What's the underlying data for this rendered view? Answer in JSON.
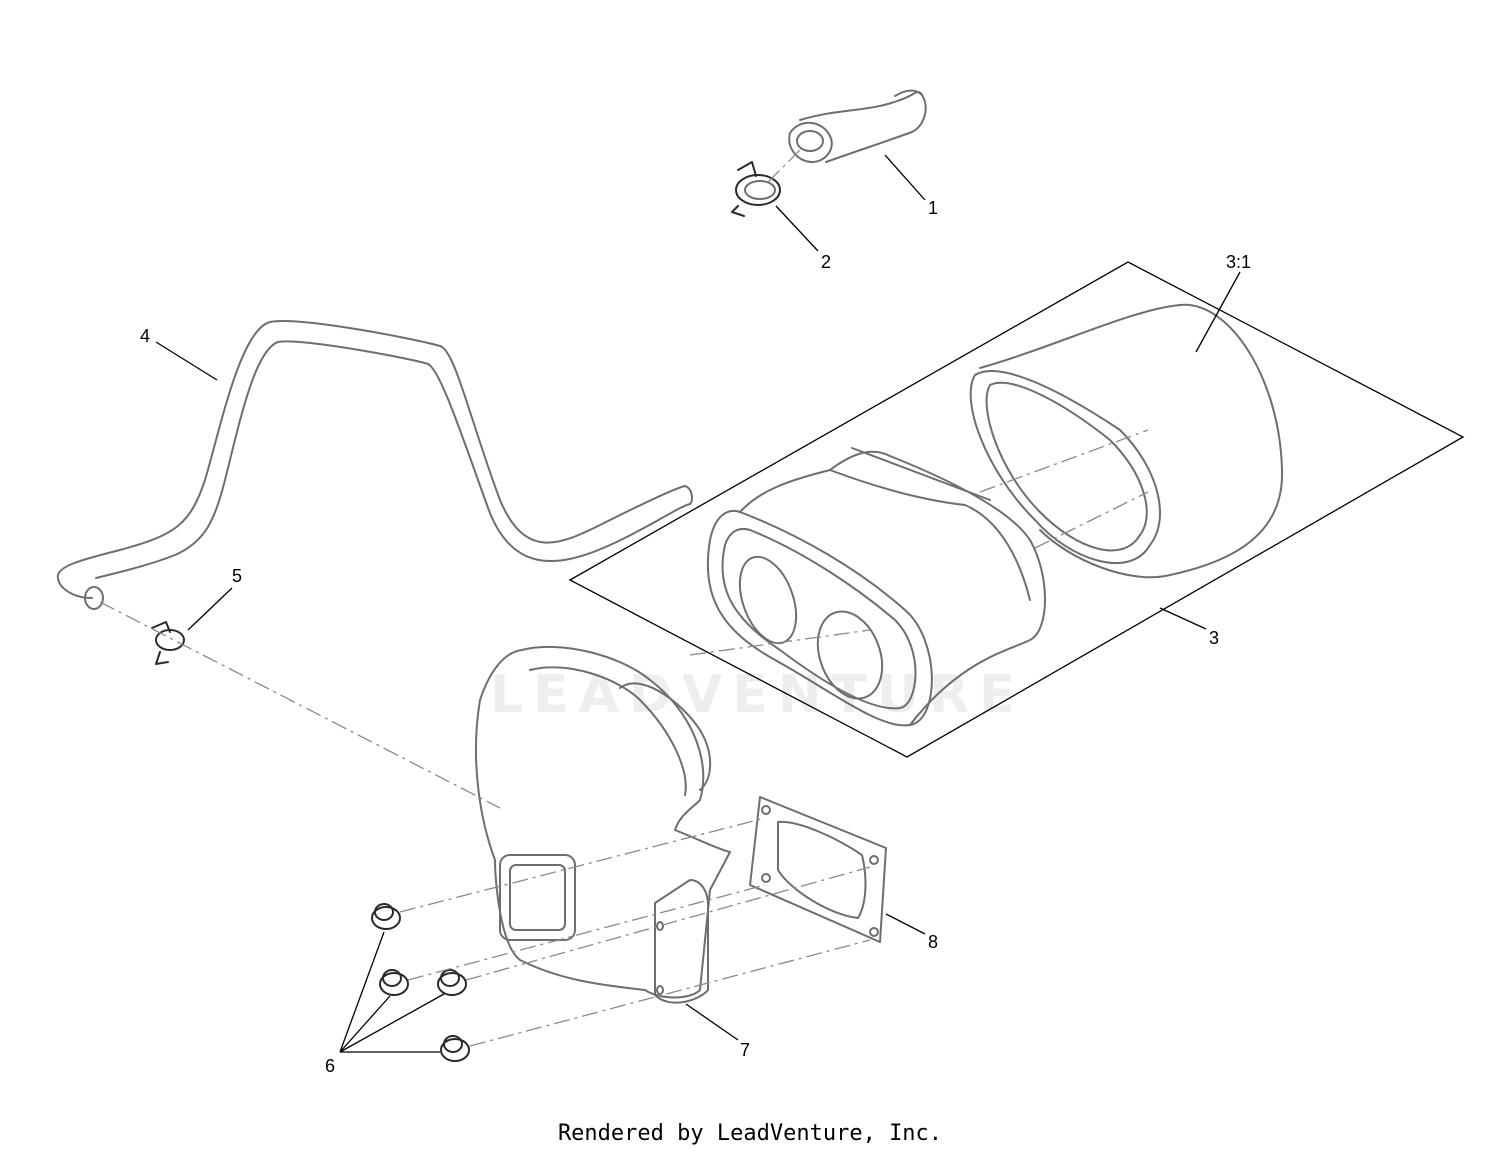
{
  "callouts": {
    "c1": "1",
    "c2": "2",
    "c3": "3",
    "c3_1": "3:1",
    "c4": "4",
    "c5": "5",
    "c6": "6",
    "c7": "7",
    "c8": "8"
  },
  "watermark": "LEADVENTURE",
  "footer": "Rendered by LeadVenture, Inc.",
  "colors": {
    "line": "#6e6e6e",
    "leader": "#000000",
    "background": "#ffffff"
  }
}
